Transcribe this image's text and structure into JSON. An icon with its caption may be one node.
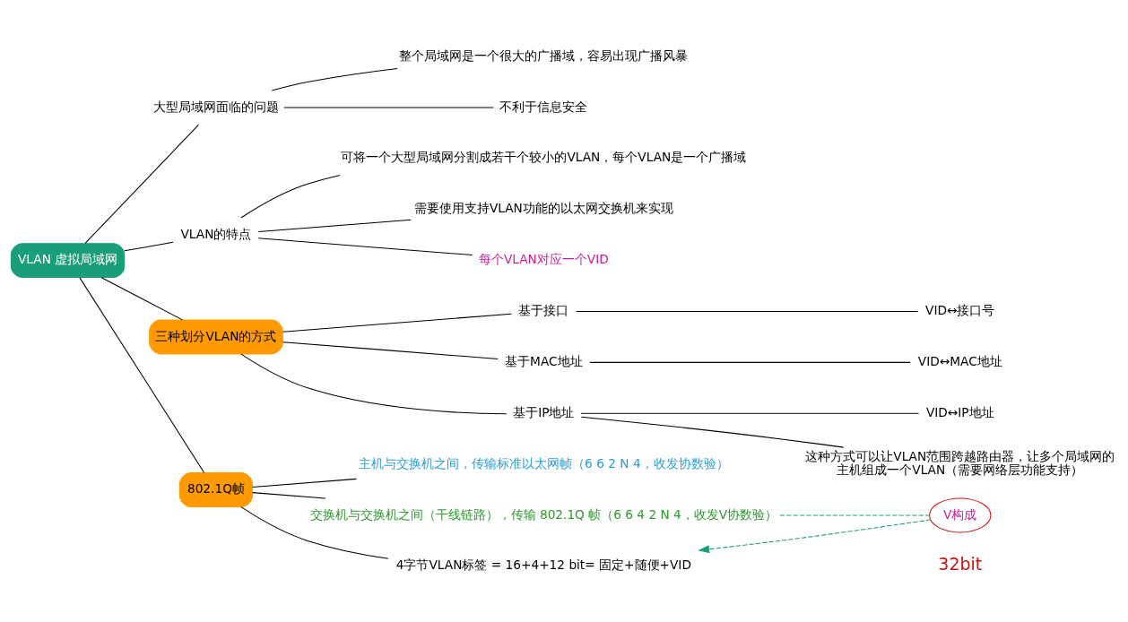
{
  "diagram": {
    "nodes": [
      {
        "text": [
          "VLAN 虚拟局域网"
        ]
      },
      {
        "text": [
          "大型局域网面临的问题"
        ]
      },
      {
        "text": [
          "整个局域网是一个很大的广播域，容易出现广播风暴"
        ]
      },
      {
        "text": [
          "不利于信息安全"
        ]
      },
      {
        "text": [
          "VLAN的特点"
        ]
      },
      {
        "text": [
          "可将一个大型局域网分割成若干个较小的VLAN，每个VLAN是一个广播域"
        ]
      },
      {
        "text": [
          "需要使用支持VLAN功能的以太网交换机来实现"
        ]
      },
      {
        "text": [
          "每个VLAN对应一个VID"
        ]
      },
      {
        "text": [
          "三种划分VLAN的方式"
        ]
      },
      {
        "text": [
          "基于接口"
        ]
      },
      {
        "text": [
          "VID↔接口号"
        ]
      },
      {
        "text": [
          "基于MAC地址"
        ]
      },
      {
        "text": [
          "VID↔MAC地址"
        ]
      },
      {
        "text": [
          "基于IP地址"
        ]
      },
      {
        "text": [
          "VID↔IP地址"
        ]
      },
      {
        "text": [
          "这种方式可以让VLAN范围跨越路由器，让多个局域网的主机组成一个VLAN（需要网络层功能支持）"
        ]
      },
      {
        "text": [
          "802.1Q帧"
        ]
      },
      {
        "text": [
          "主机与交换机之间，传输标准以太网帧（6 6 2 N 4，收发协数验）"
        ]
      },
      {
        "text": [
          "交换机与交换机之间（干线链路），传输 802.1Q 帧（6 6 4 2 N 4，收发V协数验）"
        ]
      },
      {
        "text": [
          "4字节VLAN标签 = 16+4+12 bit= 固定+随便+VID"
        ]
      },
      {
        "text": [
          "V构成"
        ]
      }
    ],
    "edges": [
      {
        "from": 0,
        "to": 1,
        "arrow": "none"
      },
      {
        "from": 1,
        "to": 2,
        "arrow": "none"
      },
      {
        "from": 1,
        "to": 3,
        "arrow": "none"
      },
      {
        "from": 0,
        "to": 4,
        "arrow": "none"
      },
      {
        "from": 4,
        "to": 5,
        "arrow": "none"
      },
      {
        "from": 4,
        "to": 6,
        "arrow": "none"
      },
      {
        "from": 4,
        "to": 7,
        "arrow": "none"
      },
      {
        "from": 0,
        "to": 8,
        "arrow": "none"
      },
      {
        "from": 8,
        "to": 9,
        "arrow": "none"
      },
      {
        "from": 9,
        "to": 10,
        "arrow": "none"
      },
      {
        "from": 8,
        "to": 11,
        "arrow": "none"
      },
      {
        "from": 11,
        "to": 12,
        "arrow": "none"
      },
      {
        "from": 8,
        "to": 13,
        "arrow": "none"
      },
      {
        "from": 13,
        "to": 14,
        "arrow": "none"
      },
      {
        "from": 13,
        "to": 15,
        "arrow": "none"
      },
      {
        "from": 0,
        "to": 16,
        "arrow": "none"
      },
      {
        "from": 16,
        "to": 17,
        "arrow": "none"
      },
      {
        "from": 16,
        "to": 18,
        "arrow": "none"
      },
      {
        "from": 16,
        "to": 19,
        "arrow": "none"
      },
      {
        "from": 18,
        "to": 20,
        "arrow": "none",
        "style": "dashed",
        "color": "#1a9e7a"
      },
      {
        "from": 20,
        "to": 19,
        "arrow": "to",
        "style": "dashed",
        "color": "#1a9e7a"
      }
    ],
    "labels": [
      "32bit"
    ]
  }
}
